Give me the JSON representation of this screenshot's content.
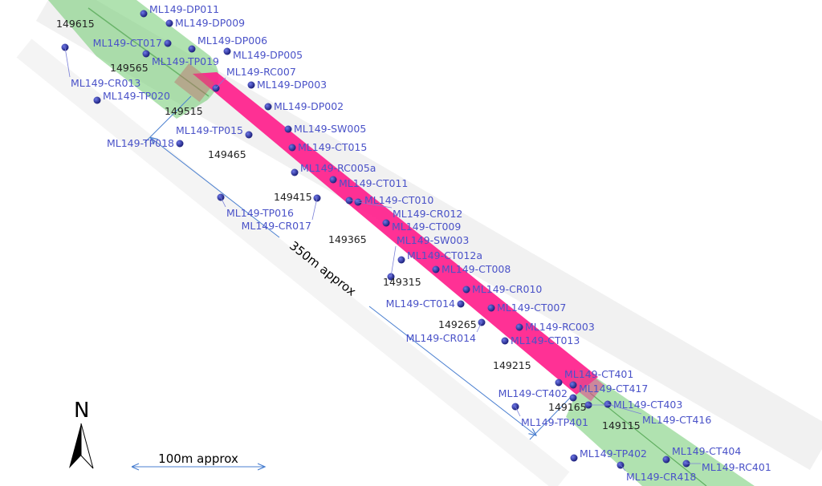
{
  "colors": {
    "alignment": "#ff1f8c",
    "corridor": "#7ccf7c",
    "borehole": "#2a2f9a",
    "borehole_label": "#5b63d6",
    "dimension_line": "#4a7fd0"
  },
  "icons": {
    "north_arrow": "north-arrow-icon"
  },
  "north_label": "N",
  "dimension_label": "350m approx",
  "scale_bar_label": "100m approx",
  "chainages": [
    "149615",
    "149565",
    "149515",
    "149465",
    "149415",
    "149365",
    "149315",
    "149265",
    "149215",
    "149165",
    "149115"
  ],
  "boreholes": [
    "ML149-DP011",
    "ML149-DP009",
    "ML149-CT017",
    "ML149-CR013",
    "ML149-TP019",
    "ML149-DP006",
    "ML149-DP005",
    "ML149-DP003",
    "ML149-RC007",
    "ML149-DP002",
    "ML149-TP020",
    "ML149-SW005",
    "ML149-TP015",
    "ML149-TP018",
    "ML149-CT015",
    "ML149-RC005a",
    "ML149-CT011",
    "ML149-TP016",
    "ML149-CR017",
    "ML149-CT010",
    "ML149-CR012",
    "ML149-CT009",
    "ML149-CT012a",
    "ML149-CT008",
    "ML149-SW003",
    "ML149-CR010",
    "ML149-CT014",
    "ML149-CT007",
    "ML149-CR014",
    "ML149-RC003",
    "ML149-CT013",
    "ML149-CT401",
    "ML149-CT417",
    "ML149-CT402",
    "ML149-TP401",
    "ML149-CT403",
    "ML149-CT416",
    "ML149-TP402",
    "ML149-CR418",
    "ML149-CT404",
    "ML149-RC401"
  ]
}
